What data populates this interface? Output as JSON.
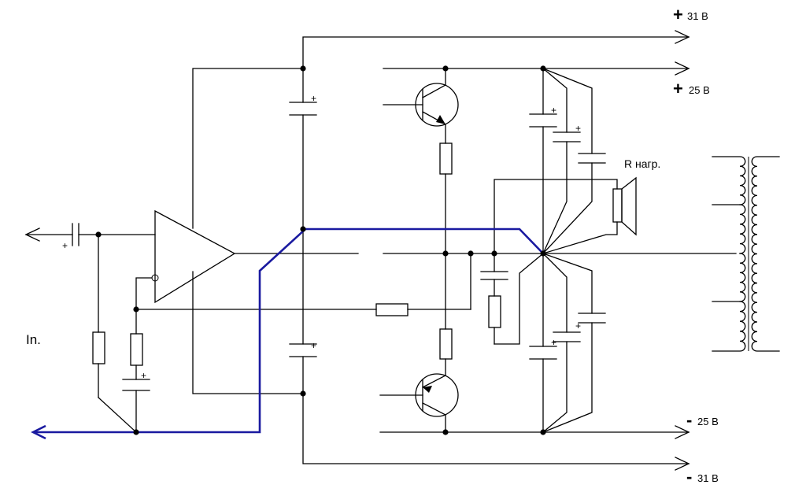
{
  "labels": {
    "rail_pos31_sign": "+",
    "rail_pos31_value": "31 В",
    "rail_pos25_sign": "+",
    "rail_pos25_value": "25 В",
    "rail_neg25_sign": "-",
    "rail_neg25_value": "25 В",
    "rail_neg31_sign": "-",
    "rail_neg31_value": "31 В",
    "load": "R нагр.",
    "input": "In.",
    "cap_polarity": "+"
  },
  "colors": {
    "wire": "#000000",
    "highlight_path": "#1a1aa0",
    "background": "#ffffff"
  }
}
